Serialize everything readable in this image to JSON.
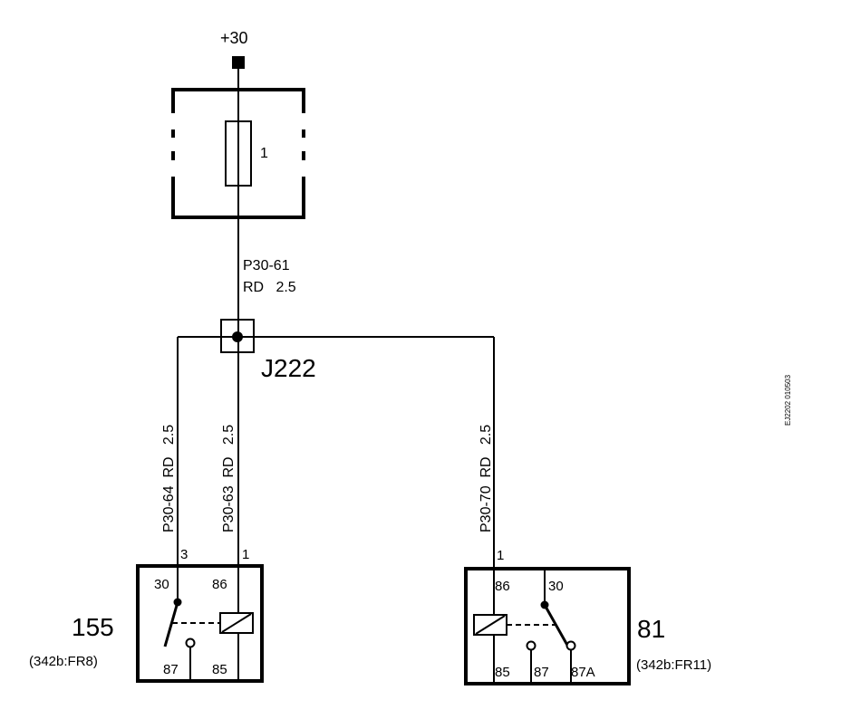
{
  "supply": {
    "label": "+30"
  },
  "fuse": {
    "number": "1"
  },
  "wire_top": {
    "id": "P30-61",
    "spec": "RD   2.5"
  },
  "junction": {
    "label": "J222"
  },
  "wires": {
    "left": {
      "label": "P30-64  RD   2.5"
    },
    "mid": {
      "label": "P30-63  RD   2.5"
    },
    "right": {
      "label": "P30-70  RD   2.5"
    }
  },
  "relay_155": {
    "number": "155",
    "ref": "(342b:FR8)",
    "pin_in_a": "3",
    "pin_in_b": "1",
    "terminals": {
      "t30": "30",
      "t86": "86",
      "t87": "87",
      "t85": "85"
    }
  },
  "relay_81": {
    "number": "81",
    "ref": "(342b:FR11)",
    "pin_in": "1",
    "terminals": {
      "t86": "86",
      "t30": "30",
      "t85": "85",
      "t87": "87",
      "t87a": "87A"
    }
  },
  "doc_code": "EJ2202 010503"
}
